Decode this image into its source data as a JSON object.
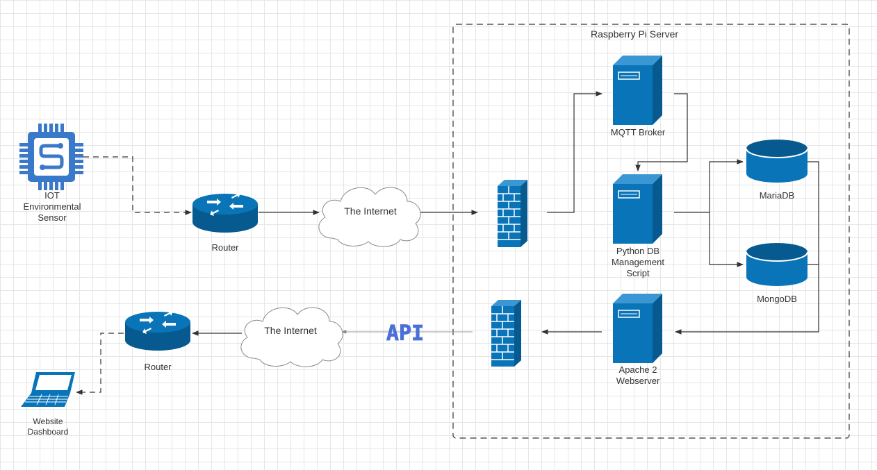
{
  "diagram": {
    "group_title": "Raspberry Pi Server",
    "nodes": {
      "iot_sensor": {
        "label_line1": "IOT",
        "label_line2": "Environmental",
        "label_line3": "Sensor"
      },
      "router_top": {
        "label": "Router"
      },
      "internet_top": {
        "label": "The Internet"
      },
      "mqtt_broker": {
        "label": "MQTT Broker"
      },
      "python_script": {
        "label_line1": "Python DB",
        "label_line2": "Management",
        "label_line3": "Script"
      },
      "mariadb": {
        "label": "MariaDB"
      },
      "mongodb": {
        "label": "MongoDB"
      },
      "apache": {
        "label_line1": "Apache 2",
        "label_line2": "Webserver"
      },
      "internet_bottom": {
        "label": "The Internet"
      },
      "router_bottom": {
        "label": "Router"
      },
      "website": {
        "label_line1": "Website",
        "label_line2": "Dashboard"
      }
    },
    "api_label": "API",
    "colors": {
      "primary": "#0a74b8",
      "primary_dark": "#075a8f",
      "primary_light": "#3b97d3",
      "chip": "#3a78c9",
      "api": "#4a6fd8",
      "edge": "#333333"
    }
  }
}
